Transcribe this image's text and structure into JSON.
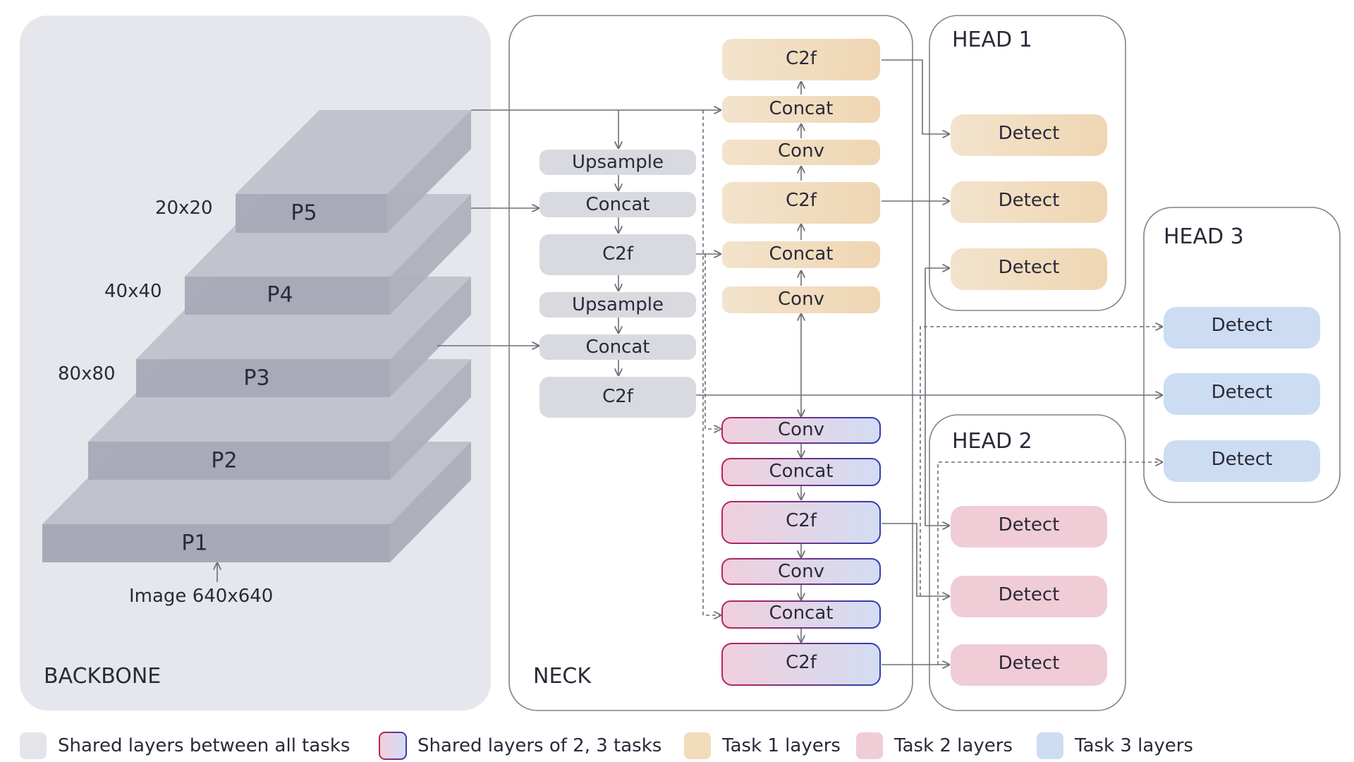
{
  "sections": {
    "backbone": "BACKBONE",
    "neck": "NECK",
    "head1": "HEAD 1",
    "head2": "HEAD 2",
    "head3": "HEAD 3"
  },
  "backbone": {
    "levels": [
      "P1",
      "P2",
      "P3",
      "P4",
      "P5"
    ],
    "sizes": {
      "p3": "80x80",
      "p4": "40x40",
      "p5": "20x20"
    },
    "input": "Image 640x640"
  },
  "neck_shared": [
    "Upsample",
    "Concat",
    "C2f",
    "Upsample",
    "Concat",
    "C2f"
  ],
  "neck_task1": [
    "C2f",
    "Concat",
    "Conv",
    "C2f",
    "Concat",
    "Conv"
  ],
  "neck_task23": [
    "Conv",
    "Concat",
    "C2f",
    "Conv",
    "Concat",
    "C2f"
  ],
  "detect_label": "Detect",
  "legend": [
    {
      "label": "Shared layers between all tasks",
      "color": "#e4e5ea"
    },
    {
      "label": "Shared layers of 2, 3 tasks",
      "color": "gradient"
    },
    {
      "label": "Task 1 layers",
      "color": "#f2dcbb"
    },
    {
      "label": "Task 2 layers",
      "color": "#f0ccd6"
    },
    {
      "label": "Task 3 layers",
      "color": "#ccdcf2"
    }
  ],
  "colors": {
    "shared": "#e4e5ea",
    "shared_box": "#d9dae0",
    "task1": "#f2dcbb",
    "task2": "#f0ccd6",
    "task3": "#ccdcf2",
    "task23_border_pink": "#b8235e",
    "task23_border_blue": "#2f3fb0",
    "layer_face": "#a7a9b6",
    "layer_top": "#bdbfca",
    "layer_side": "#b1b3bf"
  }
}
